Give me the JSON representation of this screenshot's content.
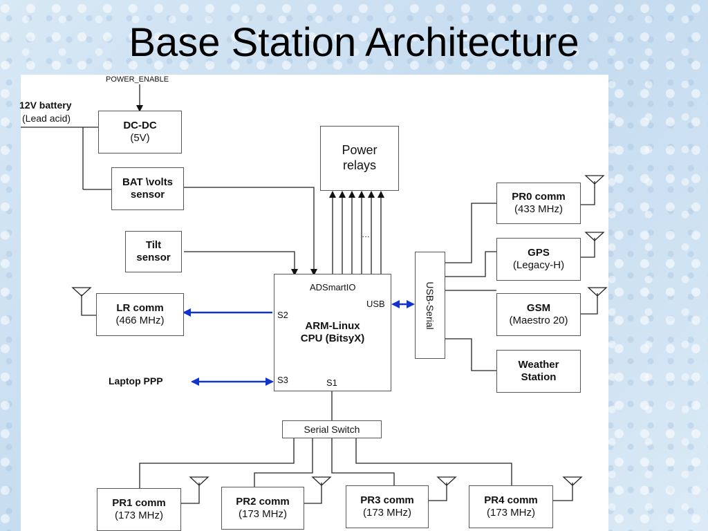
{
  "slide": {
    "title": "Base Station Architecture"
  },
  "diagram": {
    "power_enable": "POWER_ENABLE",
    "battery": {
      "title": "12V battery",
      "sub": "(Lead acid)"
    },
    "dcdc": {
      "title": "DC-DC",
      "sub": "(5V)"
    },
    "bat_sensor": {
      "line1": "BAT \\volts",
      "line2": "sensor"
    },
    "tilt": {
      "line1": "Tilt",
      "line2": "sensor"
    },
    "power_relays": {
      "line1": "Power",
      "line2": "relays"
    },
    "ellipsis": "…",
    "lr_comm": {
      "title": "LR comm",
      "sub": "(466 MHz)"
    },
    "laptop": "Laptop PPP",
    "cpu": {
      "adsmartio": "ADSmartIO",
      "usb": "USB",
      "s2": "S2",
      "s3": "S3",
      "s1": "S1",
      "line1": "ARM-Linux",
      "line2": "CPU (BitsyX)"
    },
    "usb_serial": "USB-Serial",
    "pr0": {
      "title": "PR0 comm",
      "sub": "(433 MHz)"
    },
    "gps": {
      "title": "GPS",
      "sub": "(Legacy-H)"
    },
    "gsm": {
      "title": "GSM",
      "sub": "(Maestro 20)"
    },
    "weather": {
      "line1": "Weather",
      "line2": "Station"
    },
    "serial_switch": "Serial Switch",
    "pr1": {
      "title": "PR1 comm",
      "sub": "(173 MHz)"
    },
    "pr2": {
      "title": "PR2 comm",
      "sub": "(173 MHz)"
    },
    "pr3": {
      "title": "PR3 comm",
      "sub": "(173 MHz)"
    },
    "pr4": {
      "title": "PR4 comm",
      "sub": "(173 MHz)"
    },
    "colors": {
      "line": "#222222",
      "link_arrow": "#1133cc",
      "border": "#555555"
    }
  }
}
